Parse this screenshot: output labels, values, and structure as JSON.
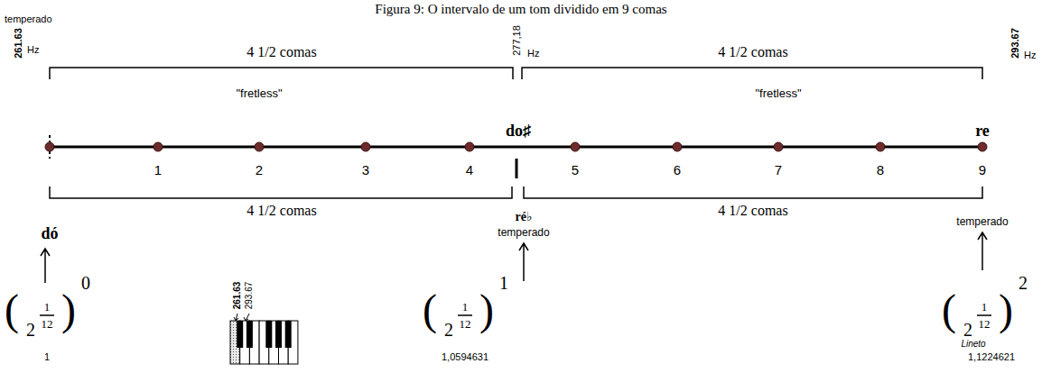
{
  "diagram": {
    "title": "Figura 9: O intervalo de um tom dividido em 9 comas",
    "labels": [
      "temperado",
      "261.63",
      "Hz",
      "4 1/2 comas",
      "277,18",
      "Hz",
      "4 1/2 comas",
      "293.67",
      "Hz",
      "\"fretless\"",
      "\"fretless\"",
      "do♯",
      "re",
      "1",
      "2",
      "3",
      "4",
      "5",
      "6",
      "7",
      "8",
      "9",
      "4 1/2 comas",
      "4 1/2 comas",
      "dó",
      "ré♭",
      "temperado",
      "temperado",
      "(",
      "1",
      "12",
      "2",
      ")",
      "0",
      "1",
      "261.63",
      "293.67",
      "(",
      "1",
      "12",
      "2",
      ")",
      "1",
      "1,0594631",
      "(",
      "1",
      "12",
      "2",
      ")",
      "2",
      "Lineto",
      "1,1224621"
    ]
  }
}
